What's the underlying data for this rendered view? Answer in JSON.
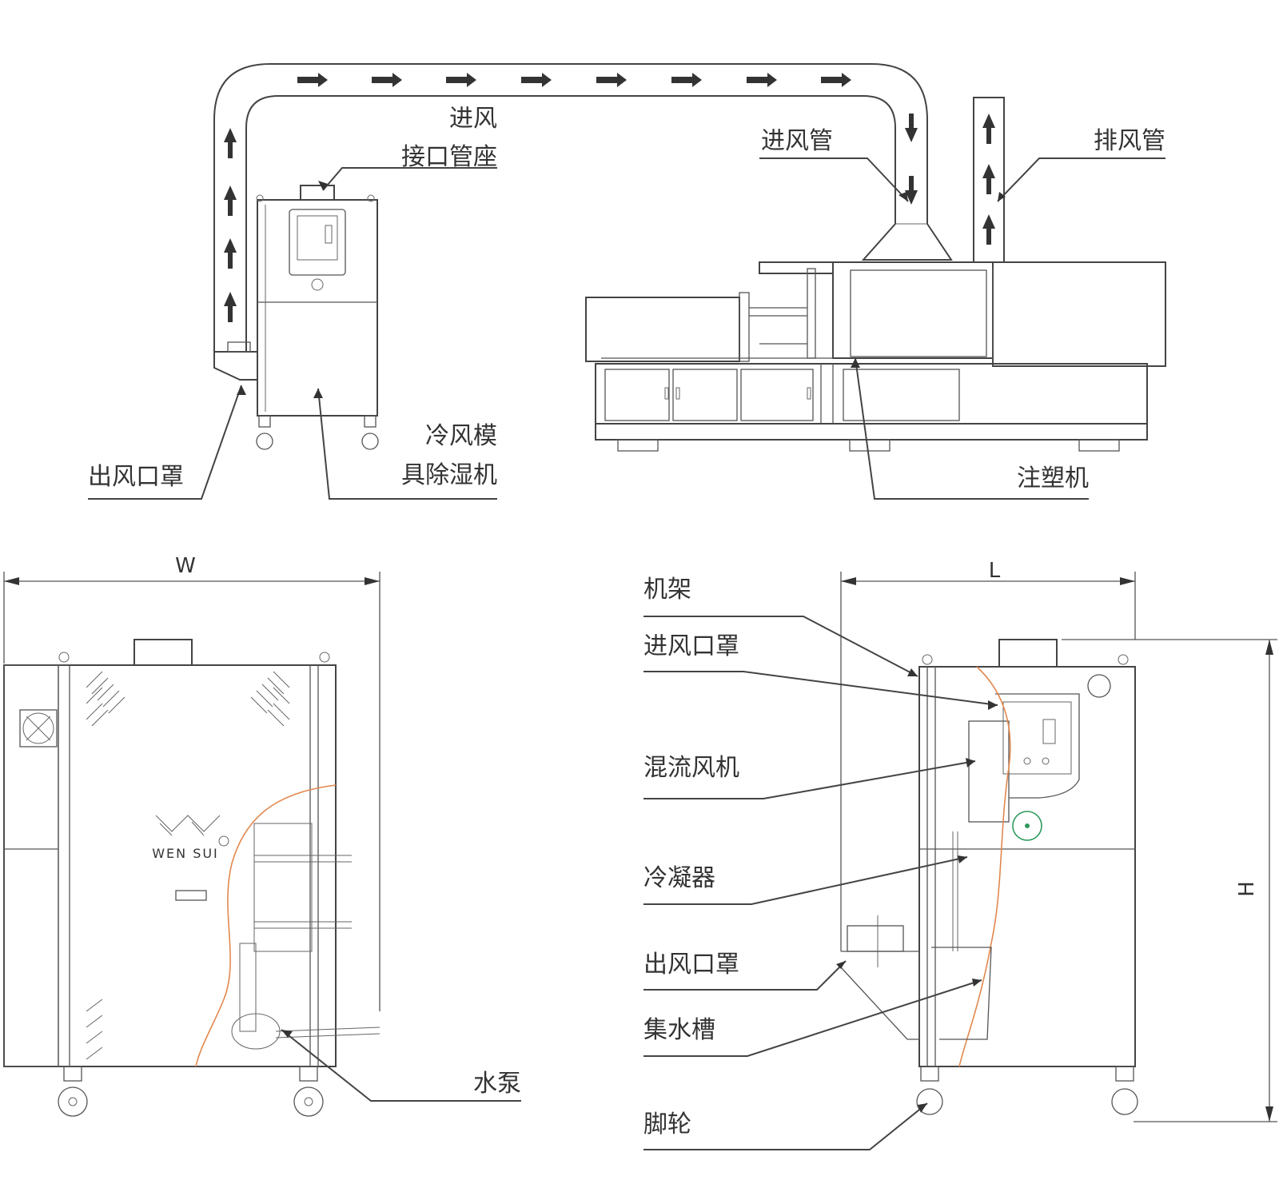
{
  "top_diagram": {
    "labels": {
      "inlet_air": "进风",
      "inlet_interface_seat": "接口管座",
      "inlet_pipe": "进风管",
      "exhaust_pipe": "排风管",
      "dehumidifier_line1": "冷风模",
      "dehumidifier_line2": "具除湿机",
      "outlet_hood": "出风口罩",
      "injection_machine": "注塑机"
    }
  },
  "front_view": {
    "dimension_width": "W",
    "brand_name": "WEN SUI",
    "labels": {
      "water_pump": "水泵"
    }
  },
  "side_view": {
    "dimension_length": "L",
    "dimension_height": "H",
    "labels": {
      "frame": "机架",
      "inlet_hood": "进风口罩",
      "mixing_fan": "混流风机",
      "condenser": "冷凝器",
      "outlet_hood": "出风口罩",
      "water_tray": "集水槽",
      "caster": "脚轮"
    }
  },
  "colors": {
    "line": "#444444",
    "cutaway_outline": "#e2884e",
    "indicator_green": "#2e9a5c"
  }
}
